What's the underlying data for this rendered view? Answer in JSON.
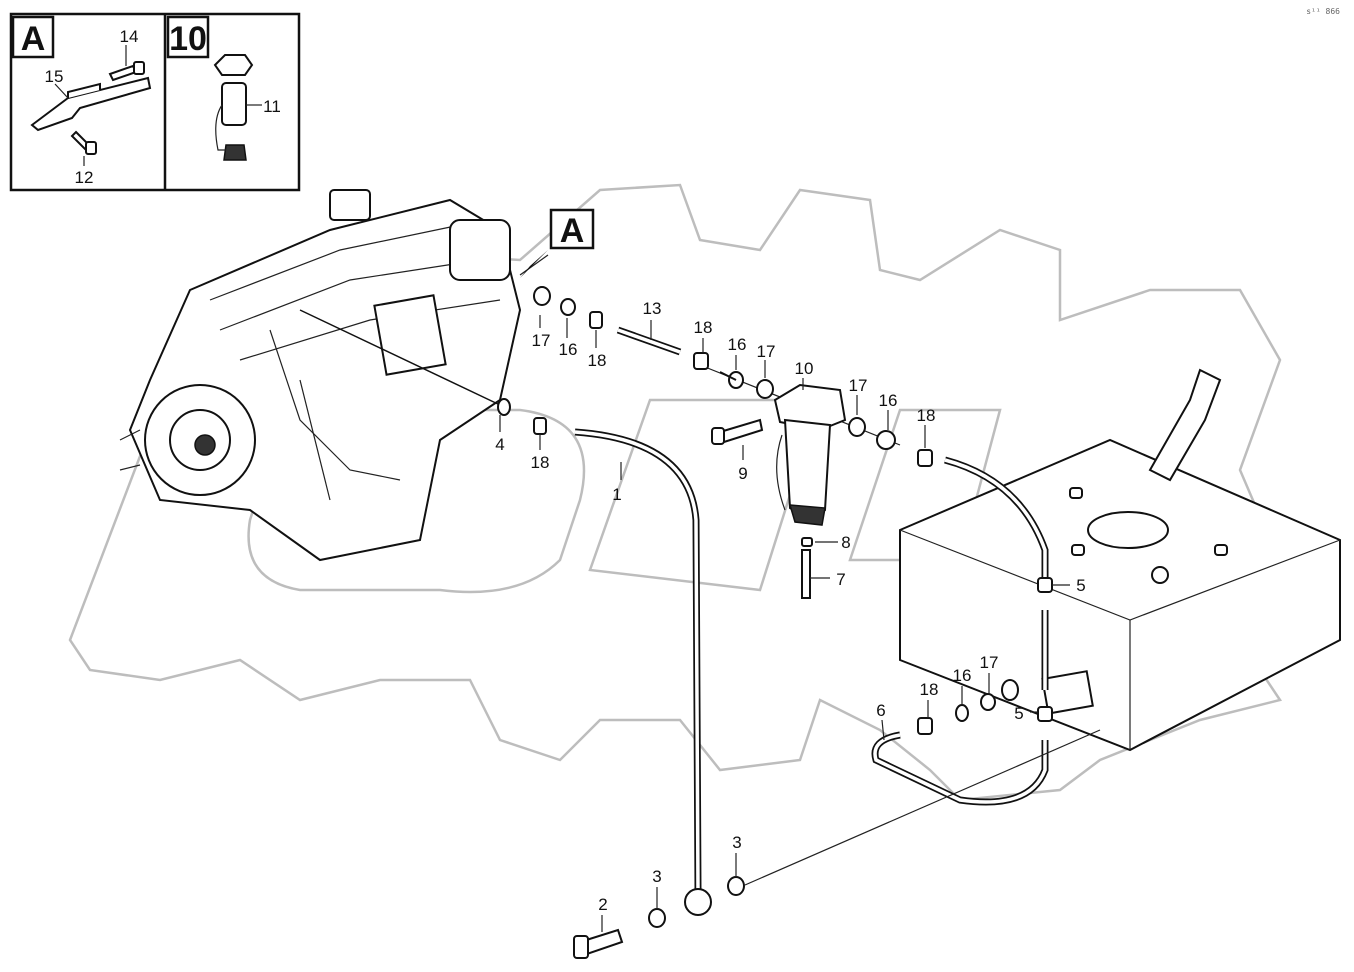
{
  "corner_code": "s¹¹ 866",
  "view_labels": {
    "detail_a": "A",
    "detail_10": "10",
    "callout_a": "A"
  },
  "parts": {
    "p1": "1",
    "p2": "2",
    "p3a": "3",
    "p3b": "3",
    "p4": "4",
    "p5a": "5",
    "p5b": "5",
    "p6": "6",
    "p7": "7",
    "p8": "8",
    "p9": "9",
    "p10": "10",
    "p11": "11",
    "p12": "12",
    "p13": "13",
    "p14": "14",
    "p15": "15",
    "p16a": "16",
    "p16b": "16",
    "p16c": "16",
    "p16d": "16",
    "p17a": "17",
    "p17b": "17",
    "p17c": "17",
    "p17d": "17",
    "p18a": "18",
    "p18b": "18",
    "p18c": "18",
    "p18d": "18",
    "p18e": "18"
  },
  "colors": {
    "line": "#111111",
    "watermark": "#bdbdbd",
    "background": "#ffffff"
  }
}
